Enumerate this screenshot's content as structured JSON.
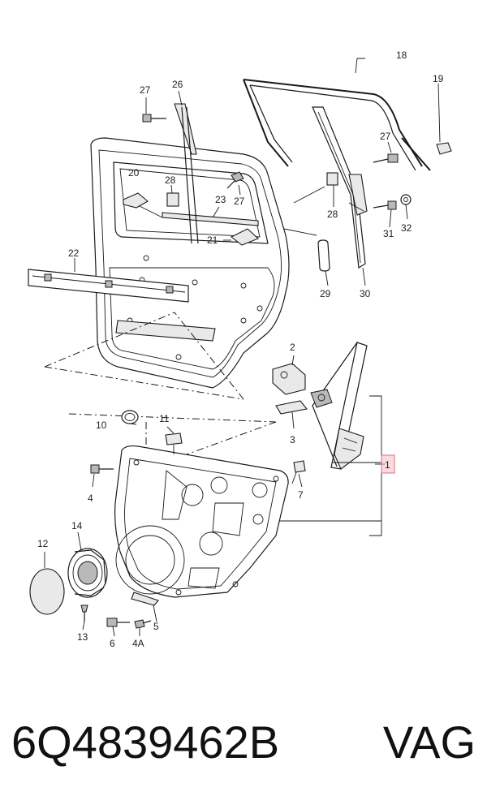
{
  "diagram": {
    "callouts": {
      "c1": "1",
      "c2": "2",
      "c3": "3",
      "c4": "4",
      "c4a": "4A",
      "c5": "5",
      "c6": "6",
      "c7": "7",
      "c10": "10",
      "c11": "11",
      "c12": "12",
      "c13": "13",
      "c14": "14",
      "c18": "18",
      "c19": "19",
      "c20": "20",
      "c21": "21",
      "c22": "22",
      "c23": "23",
      "c26": "26",
      "c27a": "27",
      "c27b": "27",
      "c27c": "27",
      "c28a": "28",
      "c28b": "28",
      "c29": "29",
      "c30": "30",
      "c31": "31",
      "c32": "32"
    },
    "highlight_color": "#f4b8c0"
  },
  "footer": {
    "part_number": "6Q4839462B",
    "brand": "VAG"
  }
}
